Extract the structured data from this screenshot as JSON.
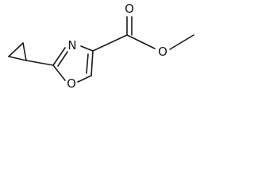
{
  "molecule": {
    "atoms": {
      "ring_oxygen": "O",
      "ring_nitrogen": "N",
      "carbonyl_oxygen": "O",
      "ester_oxygen": "O"
    },
    "colors": {
      "ink": "#1a1a1a",
      "background": "#ffffff"
    }
  }
}
